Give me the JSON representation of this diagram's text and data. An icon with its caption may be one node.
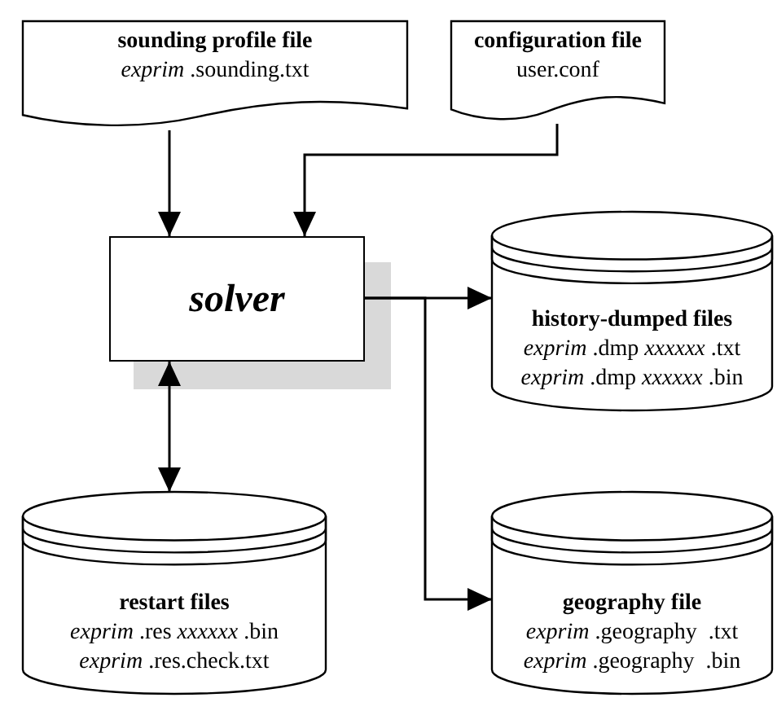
{
  "diagram": {
    "nodes": [
      {
        "text": [
          "sounding profile file",
          "*exprim* .sounding.txt"
        ]
      },
      {
        "text": [
          "configuration file",
          "user.conf"
        ]
      },
      {
        "text": [
          "solver"
        ]
      },
      {
        "text": [
          "history-dumped files",
          "*exprim* .dmp *xxxxxx* .txt",
          "*exprim* .dmp *xxxxxx* .bin"
        ]
      },
      {
        "text": [
          "restart files",
          "*exprim* .res *xxxxxx* .bin",
          "*exprim* .res.check.txt"
        ]
      },
      {
        "text": [
          "geography file",
          "*exprim* .geography  .txt",
          "*exprim* .geography  .bin"
        ]
      }
    ],
    "edges": [
      {
        "from": 0,
        "to": 2,
        "arrow": "to"
      },
      {
        "from": 1,
        "to": 2,
        "arrow": "to"
      },
      {
        "from": 2,
        "to": 3,
        "arrow": "to"
      },
      {
        "from": 2,
        "to": 5,
        "arrow": "to"
      },
      {
        "from": 4,
        "to": 2,
        "arrow": "both"
      }
    ]
  }
}
